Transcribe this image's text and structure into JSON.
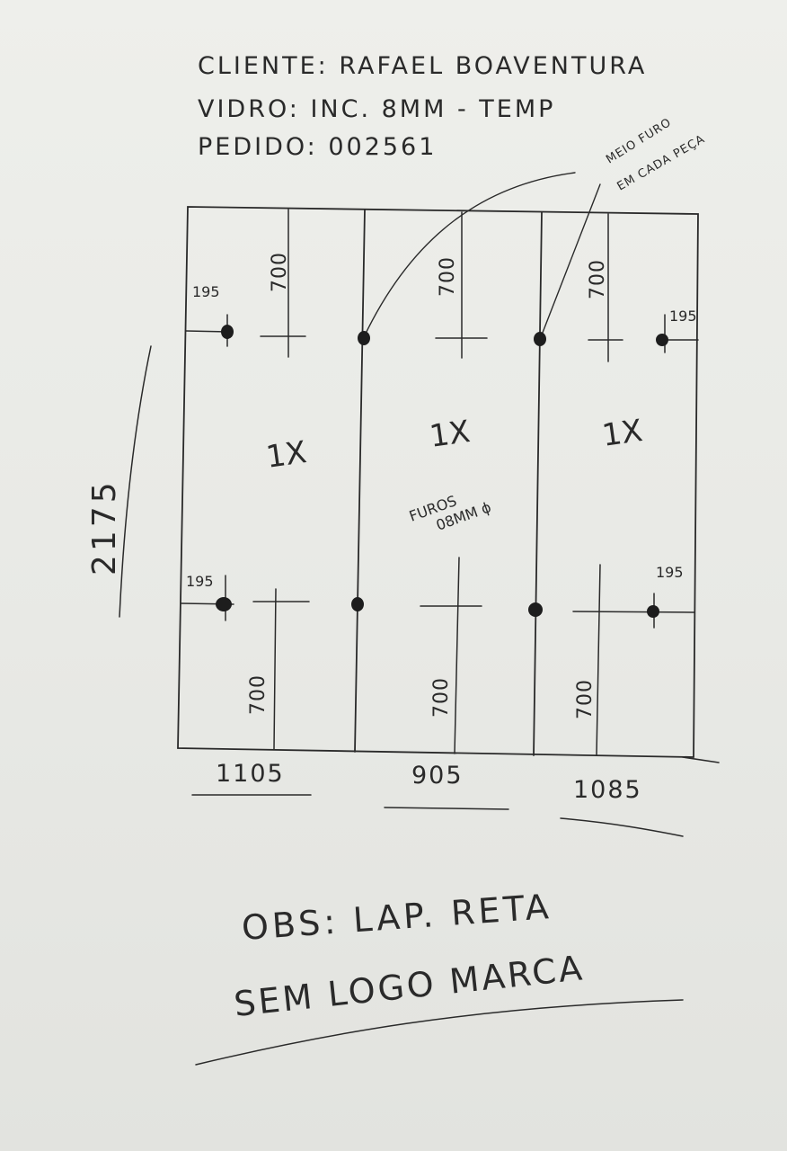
{
  "header": {
    "cliente": "CLIENTE: RAFAEL BOAVENTURA",
    "vidro": "VIDRO: INC. 8MM - TEMP",
    "pedido": "PEDIDO: 002561"
  },
  "note_top": {
    "line1": "MEIO FURO",
    "line2": "EM CADA PEÇA"
  },
  "height_label": "2175",
  "widths": [
    "1105",
    "905",
    "1085"
  ],
  "quantities": [
    "1X",
    "1X",
    "1X"
  ],
  "holes_note": {
    "line1": "FUROS",
    "line2": "08MM ϕ"
  },
  "dims_700": [
    "700",
    "700",
    "700",
    "700",
    "700",
    "700"
  ],
  "dims_195": [
    "195",
    "195",
    "195",
    "195"
  ],
  "obs": {
    "line1": "OBS: LAP. RETA",
    "line2": "SEM LOGO MARCA"
  },
  "colors": {
    "ink": "#2a2a2a",
    "paper": "#eeefeb"
  }
}
